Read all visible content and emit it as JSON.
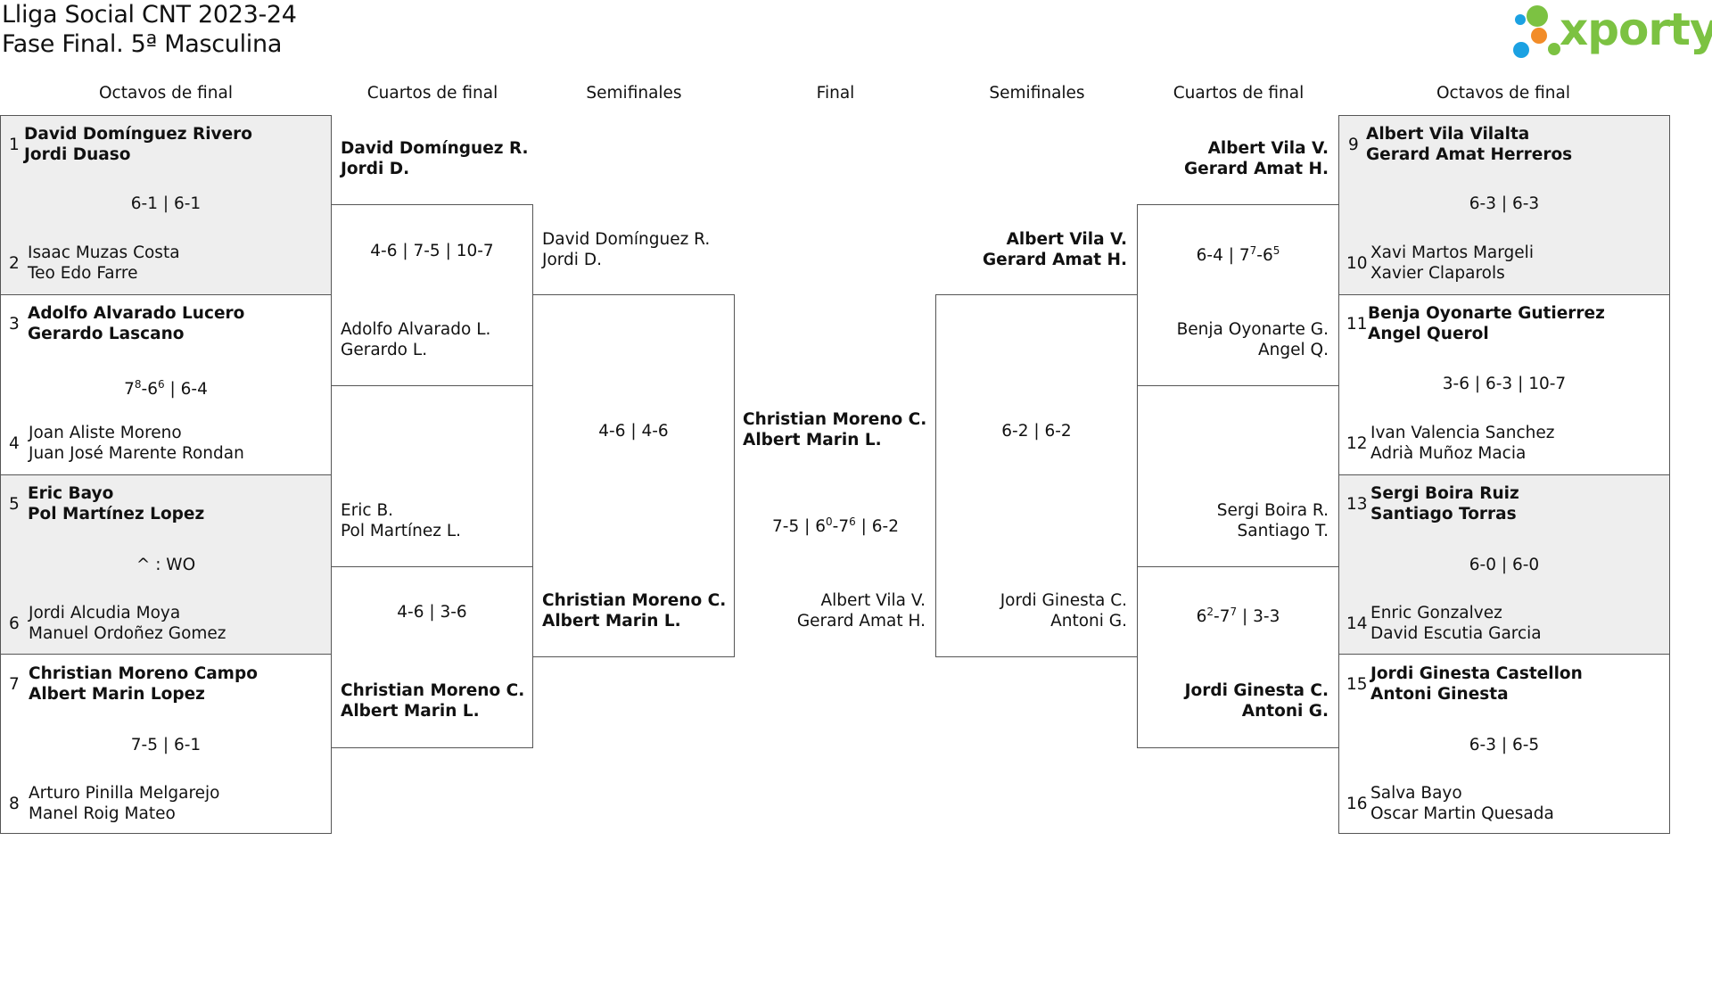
{
  "title_line1": "Lliga Social CNT 2023-24",
  "title_line2": "Fase Final. 5ª Masculina",
  "logo": {
    "text": "xporty",
    "color": "#7cc242",
    "dot_colors": [
      "#f28c28",
      "#1ba1e2",
      "#7cc242"
    ]
  },
  "rounds_left": [
    "Octavos de final",
    "Cuartos de final",
    "Semifinales"
  ],
  "round_final": "Final",
  "rounds_right": [
    "Semifinales",
    "Cuartos de final",
    "Octavos de final"
  ],
  "r16": [
    {
      "seed_top": "1",
      "top": [
        "David Domínguez Rivero",
        "Jordi Duaso"
      ],
      "seed_bottom": "2",
      "bottom": [
        "Isaac Muzas Costa",
        "Teo Edo Farre"
      ],
      "score": "6-1 | 6-1"
    },
    {
      "seed_top": "3",
      "top": [
        "Adolfo Alvarado Lucero",
        "Gerardo Lascano"
      ],
      "seed_bottom": "4",
      "bottom": [
        "Joan Aliste Moreno",
        "Juan José Marente Rondan"
      ],
      "score_parts": [
        "7",
        "8",
        "-6",
        "6",
        " | 6-4"
      ]
    },
    {
      "seed_top": "5",
      "top": [
        "Eric Bayo",
        "Pol Martínez Lopez"
      ],
      "seed_bottom": "6",
      "bottom": [
        "Jordi Alcudia Moya",
        "Manuel Ordoñez Gomez"
      ],
      "score": "^ : WO"
    },
    {
      "seed_top": "7",
      "top": [
        "Christian Moreno Campo",
        "Albert Marin Lopez"
      ],
      "seed_bottom": "8",
      "bottom": [
        "Arturo Pinilla Melgarejo",
        "Manel Roig Mateo"
      ],
      "score": "7-5 | 6-1"
    },
    {
      "seed_top": "9",
      "top": [
        "Albert Vila Vilalta",
        "Gerard Amat Herreros"
      ],
      "seed_bottom": "10",
      "bottom": [
        "Xavi Martos Margeli",
        "Xavier Claparols"
      ],
      "score": "6-3 | 6-3"
    },
    {
      "seed_top": "11",
      "top": [
        "Benja Oyonarte Gutierrez",
        "Angel Querol"
      ],
      "seed_bottom": "12",
      "bottom": [
        "Ivan Valencia Sanchez",
        "Adrià Muñoz Macia"
      ],
      "score": "3-6 | 6-3 | 10-7"
    },
    {
      "seed_top": "13",
      "top": [
        "Sergi Boira Ruiz",
        "Santiago Torras"
      ],
      "seed_bottom": "14",
      "bottom": [
        "Enric Gonzalvez",
        "David Escutia Garcia"
      ],
      "score": "6-0 | 6-0"
    },
    {
      "seed_top": "15",
      "top": [
        "Jordi Ginesta Castellon",
        "Antoni Ginesta"
      ],
      "seed_bottom": "16",
      "bottom": [
        "Salva Bayo",
        "Oscar Martin Quesada"
      ],
      "score": "6-3 | 6-5"
    }
  ],
  "qf": [
    {
      "top": [
        "David Domínguez R.",
        "Jordi D."
      ],
      "bottom": [
        "Adolfo Alvarado L.",
        "Gerardo L."
      ],
      "score": "4-6 | 7-5 | 10-7"
    },
    {
      "top": [
        "Eric B.",
        "Pol Martínez L."
      ],
      "bottom": [
        "Christian Moreno C.",
        "Albert Marin L."
      ],
      "score": "4-6 | 3-6"
    },
    {
      "top": [
        "Albert Vila V.",
        "Gerard Amat H."
      ],
      "bottom": [
        "Benja Oyonarte G.",
        "Angel Q."
      ],
      "score_parts": [
        "6-4 | 7",
        "7",
        "-6",
        "5",
        ""
      ]
    },
    {
      "top": [
        "Sergi Boira R.",
        "Santiago T."
      ],
      "bottom": [
        "Jordi Ginesta C.",
        "Antoni G."
      ],
      "score_parts": [
        "6",
        "2",
        "-7",
        "7",
        " | 3-3"
      ]
    }
  ],
  "sf": [
    {
      "top": [
        "David Domínguez R.",
        "Jordi D."
      ],
      "bottom": [
        "Christian Moreno C.",
        "Albert Marin L."
      ],
      "score": "4-6 | 4-6"
    },
    {
      "top": [
        "Albert Vila V.",
        "Gerard Amat H."
      ],
      "bottom": [
        "Jordi Ginesta C.",
        "Antoni G."
      ],
      "score": "6-2 | 6-2"
    }
  ],
  "final": {
    "top": [
      "Christian Moreno C.",
      "Albert Marin L."
    ],
    "bottom": [
      "Albert Vila V.",
      "Gerard Amat H."
    ],
    "score_parts": [
      "7-5 | 6",
      "0",
      "-7",
      "6",
      " | 6-2"
    ]
  }
}
